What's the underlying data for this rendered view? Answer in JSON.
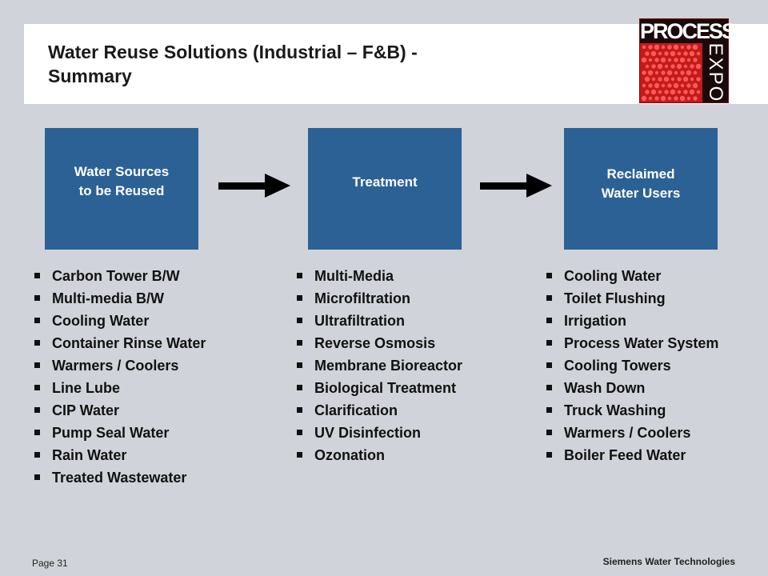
{
  "title": "Water Reuse Solutions (Industrial – F&B) - Summary",
  "logo": {
    "top_text": "PROCESS",
    "side_text": "EXPO"
  },
  "flow": {
    "sources_label": "Water Sources\nto be Reused",
    "treatment_label": "Treatment",
    "users_label": "Reclaimed\nWater Users"
  },
  "lists": {
    "sources": [
      "Carbon Tower B/W",
      "Multi-media B/W",
      "Cooling Water",
      "Container Rinse Water",
      "Warmers / Coolers",
      "Line Lube",
      "CIP Water",
      "Pump Seal Water",
      "Rain Water",
      "Treated Wastewater"
    ],
    "treatment": [
      "Multi-Media",
      "Microfiltration",
      "Ultrafiltration",
      "Reverse Osmosis",
      "Membrane Bioreactor",
      "Biological Treatment",
      "Clarification",
      "UV Disinfection",
      "Ozonation"
    ],
    "users": [
      "Cooling Water",
      "Toilet Flushing",
      "Irrigation",
      "Process Water System",
      "Cooling Towers",
      "Wash Down",
      "Truck Washing",
      "Warmers / Coolers",
      "Boiler Feed Water"
    ]
  },
  "footer": {
    "page": "Page 31",
    "company": "Siemens Water Technologies"
  },
  "colors": {
    "box": "#2c6196",
    "background": "#d0d3d9",
    "logo_red": "#c41a1a"
  }
}
